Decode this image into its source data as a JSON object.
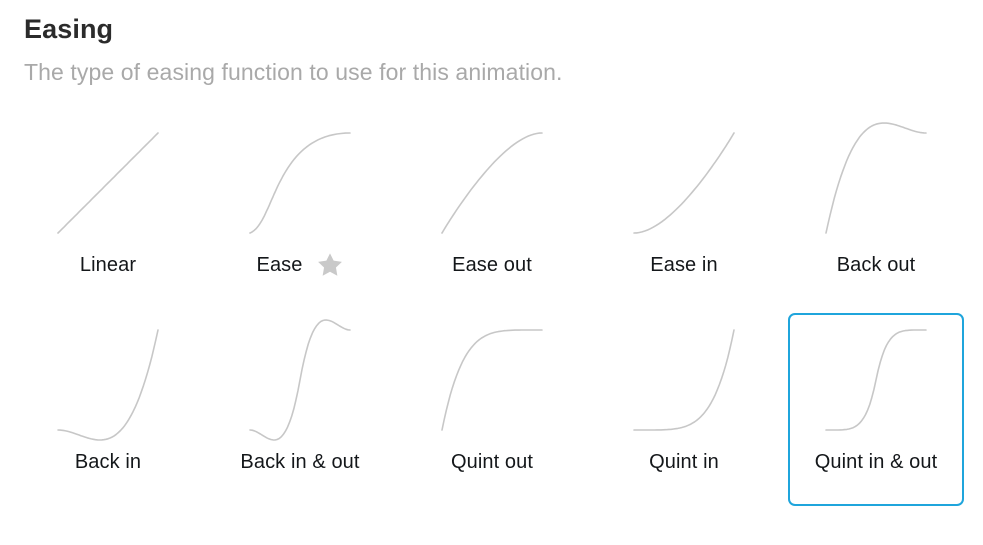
{
  "header": {
    "title": "Easing",
    "subtitle": "The type of easing function to use for this animation."
  },
  "colors": {
    "accent": "#1fa5dc",
    "curve": "#c7c7c7",
    "label": "#14171a",
    "title": "#2b2b2b",
    "subtitle": "#a9a9a9",
    "star": "#c9c9c9"
  },
  "options": [
    {
      "label": "Linear",
      "easing": "linear",
      "starred": false,
      "selected": false
    },
    {
      "label": "Ease",
      "easing": "ease",
      "starred": true,
      "selected": false
    },
    {
      "label": "Ease out",
      "easing": "easeOut",
      "starred": false,
      "selected": false
    },
    {
      "label": "Ease in",
      "easing": "easeIn",
      "starred": false,
      "selected": false
    },
    {
      "label": "Back out",
      "easing": "backOut",
      "starred": false,
      "selected": false
    },
    {
      "label": "Back in",
      "easing": "backIn",
      "starred": false,
      "selected": false
    },
    {
      "label": "Back in & out",
      "easing": "backInOut",
      "starred": false,
      "selected": false
    },
    {
      "label": "Quint out",
      "easing": "quintOut",
      "starred": false,
      "selected": false
    },
    {
      "label": "Quint in",
      "easing": "quintIn",
      "starred": false,
      "selected": false
    },
    {
      "label": "Quint in & out",
      "easing": "quintInOut",
      "starred": false,
      "selected": true
    }
  ]
}
